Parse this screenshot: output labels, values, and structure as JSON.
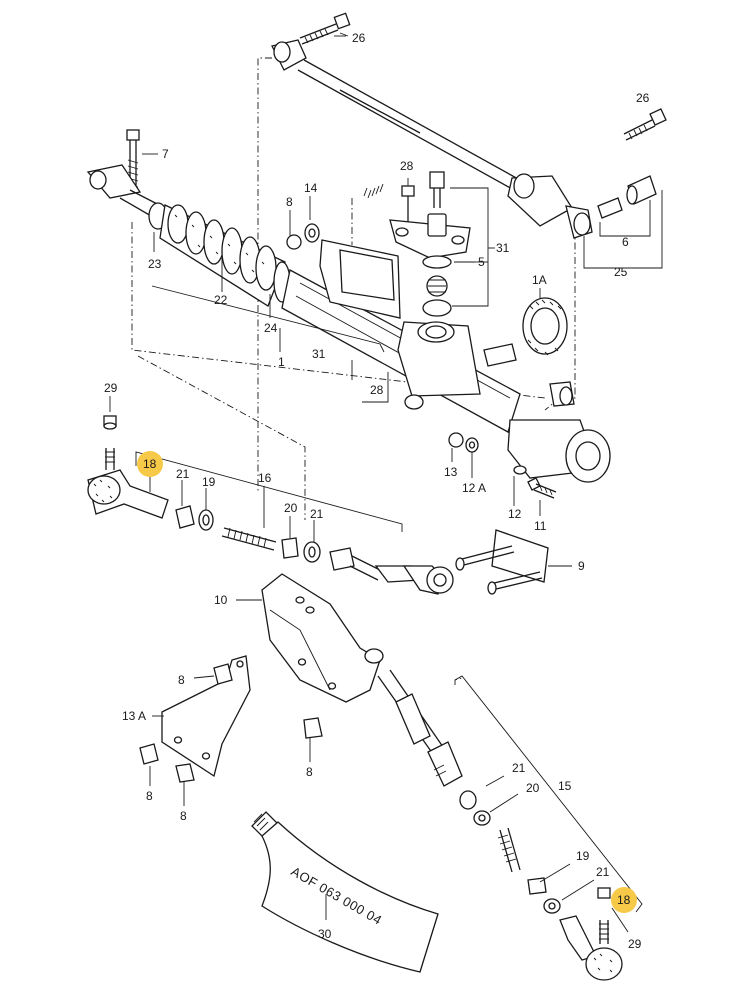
{
  "callouts": {
    "c26a": "26",
    "c26b": "26",
    "c7": "7",
    "c28a": "28",
    "c14": "14",
    "c8a": "8",
    "c31a": "31",
    "c5": "5",
    "c1a": "1A",
    "c6": "6",
    "c25": "25",
    "c23": "23",
    "c22": "22",
    "c24": "24",
    "c1": "1",
    "c31b": "31",
    "c28b": "28",
    "c29a": "29",
    "c18a": "18",
    "c21a": "21",
    "c19a": "19",
    "c16": "16",
    "c20a": "20",
    "c21b": "21",
    "c13": "13",
    "c12a": "12 A",
    "c12": "12",
    "c11": "11",
    "c9": "9",
    "c10": "10",
    "c8b": "8",
    "c13a": "13 A",
    "c8c": "8",
    "c8d": "8",
    "c8e": "8",
    "c21c": "21",
    "c20b": "20",
    "c15": "15",
    "c19b": "19",
    "c21d": "21",
    "c18b": "18",
    "c29b": "29",
    "c30": "30"
  },
  "tube_text": "AOF 063 000 04",
  "colors": {
    "highlight": "#f7c948",
    "ink": "#1a1a1a"
  }
}
